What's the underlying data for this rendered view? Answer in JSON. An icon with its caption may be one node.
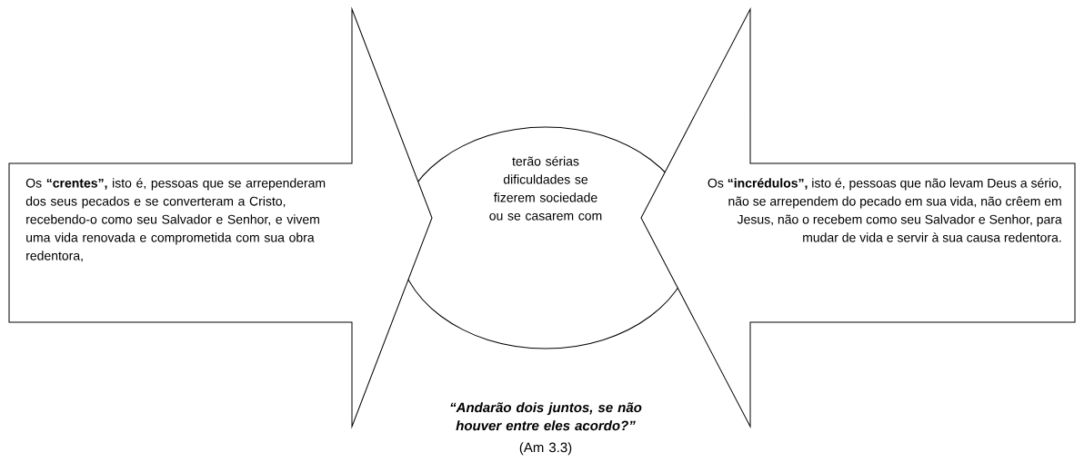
{
  "diagram": {
    "nodes": [
      {
        "text": [
          "Os **“crentes”,** isto é, pessoas que se arrependeram dos seus pecados e se converteram a Cristo, recebendo-o como seu Salvador e Senhor, e vivem uma vida renovada e comprometida com sua obra redentora,"
        ]
      },
      {
        "text": [
          "terão sérias dificuldades se fizerem sociedade ou se casarem com"
        ]
      },
      {
        "text": [
          "Os **“incrédulos”,** isto é, pessoas que não levam Deus a sério, não se arrependem do pecado em sua vida, não crêem em Jesus, não o recebem como seu Salvador e Senhor, para mudar de vida e servir à sua causa redentora."
        ]
      }
    ],
    "labels": [
      "“Andarão dois juntos, se não houver entre eles acordo?”",
      "(Am 3.3)"
    ]
  }
}
